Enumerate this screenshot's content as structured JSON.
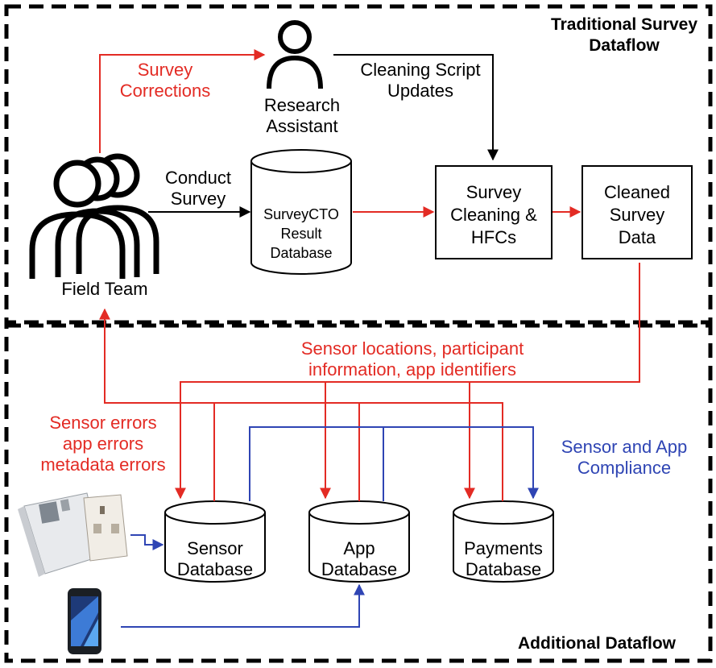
{
  "sections": {
    "top_title": [
      "Traditional Survey",
      "Dataflow"
    ],
    "bottom_title": "Additional Dataflow"
  },
  "nodes": {
    "field_team": "Field Team",
    "research_assistant": [
      "Research",
      "Assistant"
    ],
    "surveycto_db": [
      "SurveyCTO",
      "Result",
      "Database"
    ],
    "survey_cleaning": [
      "Survey",
      "Cleaning &",
      "HFCs"
    ],
    "cleaned_data": [
      "Cleaned",
      "Survey",
      "Data"
    ],
    "sensor_db": [
      "Sensor",
      "Database"
    ],
    "app_db": [
      "App",
      "Database"
    ],
    "payments_db": [
      "Payments",
      "Database"
    ]
  },
  "edges": {
    "survey_corrections": [
      "Survey",
      "Corrections"
    ],
    "cleaning_script_updates": [
      "Cleaning Script",
      "Updates"
    ],
    "conduct_survey": [
      "Conduct",
      "Survey"
    ],
    "sensor_locations": [
      "Sensor locations, participant",
      "information, app identifiers"
    ],
    "errors": [
      "Sensor errors",
      "app errors",
      "metadata errors"
    ],
    "compliance": [
      "Sensor and App",
      "Compliance"
    ]
  },
  "colors": {
    "red": "#e32b24",
    "blue": "#2f45b4",
    "black": "#000000"
  }
}
